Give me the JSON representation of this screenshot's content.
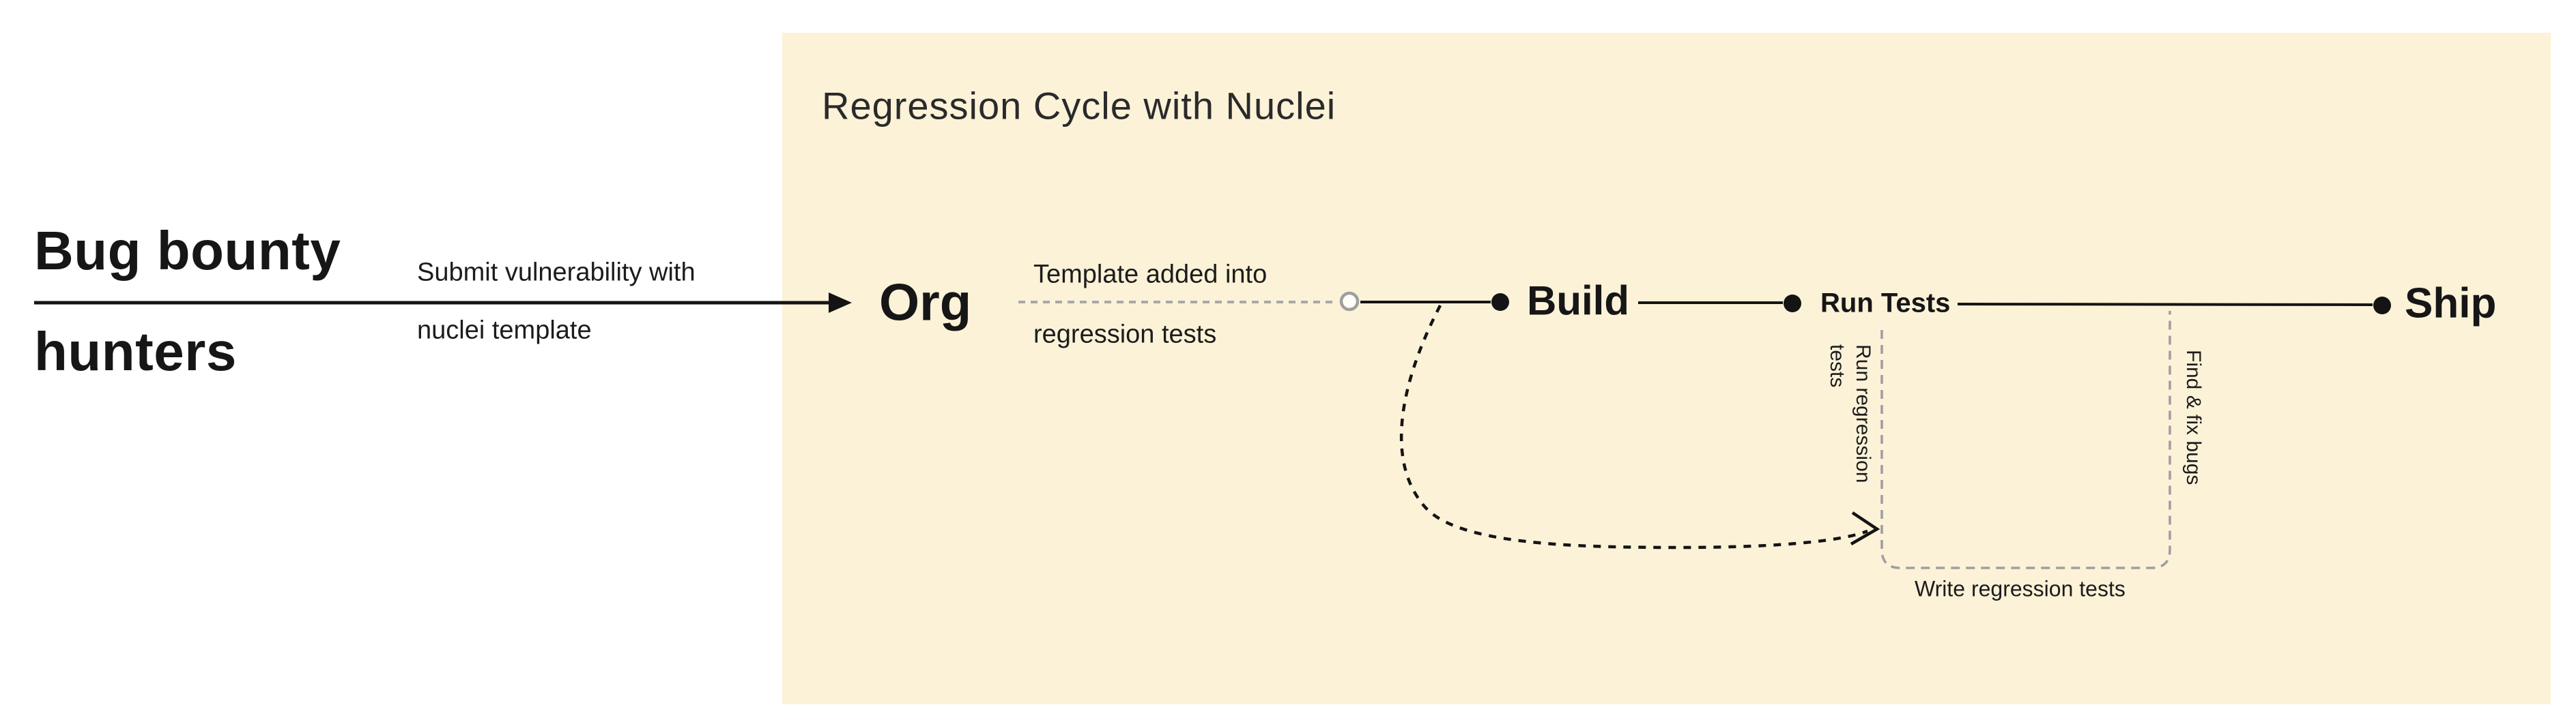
{
  "colors": {
    "panel_background": "#fbf2d8",
    "ink": "#161616",
    "muted_gray": "#9f9f9f"
  },
  "actor": {
    "line1": "Bug bounty",
    "line2": "hunters"
  },
  "submit_arrow": {
    "label_line1": "Submit vulnerability with",
    "label_line2": "nuclei template"
  },
  "panel": {
    "title": "Regression Cycle with Nuclei",
    "nodes": {
      "org": "Org",
      "build": "Build",
      "run_tests": "Run Tests",
      "ship": "Ship"
    },
    "template_edge_label_line1": "Template added into",
    "template_edge_label_line2": "regression tests",
    "loop": {
      "run_regression_label": "Run regression tests",
      "find_fix_label": "Find & fix bugs",
      "write_regression_label": "Write regression tests"
    }
  }
}
